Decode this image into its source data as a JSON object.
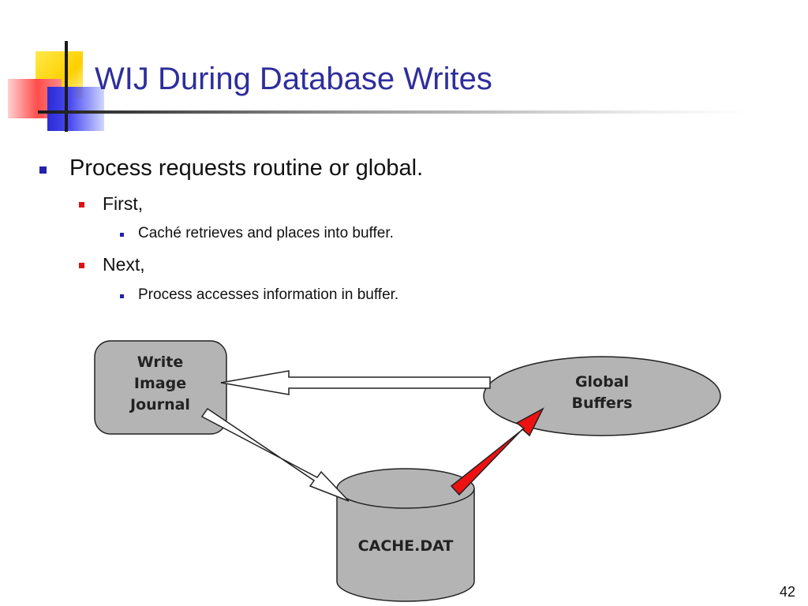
{
  "slide": {
    "title": "WIJ During Database Writes",
    "page_number": "42"
  },
  "bullets": [
    {
      "level": 1,
      "text": "Process requests routine or global."
    },
    {
      "level": 2,
      "text": "First,"
    },
    {
      "level": 3,
      "text": "Caché retrieves and places into buffer."
    },
    {
      "level": 2,
      "text": "Next,"
    },
    {
      "level": 3,
      "text": "Process accesses information in buffer."
    }
  ],
  "diagram": {
    "nodes": {
      "wij": {
        "lines": [
          "Write",
          "Image",
          "Journal"
        ],
        "shape": "rounded-rectangle"
      },
      "global_buffers": {
        "lines": [
          "Global",
          "Buffers"
        ],
        "shape": "ellipse"
      },
      "cache_dat": {
        "label": "CACHE.DAT",
        "shape": "cylinder"
      }
    },
    "edges": [
      {
        "from": "global_buffers",
        "to": "wij",
        "style": "hollow-arrow"
      },
      {
        "from": "wij",
        "to": "cache_dat",
        "style": "hollow-arrow"
      },
      {
        "from": "cache_dat",
        "to": "global_buffers",
        "style": "solid-red-arrow"
      }
    ]
  },
  "colors": {
    "title": "#2e2e9c",
    "node_fill": "#b4b4b4",
    "red_arrow": "#ee1111",
    "level1_bullet": "#2222aa",
    "level2_bullet": "#dd1111"
  }
}
